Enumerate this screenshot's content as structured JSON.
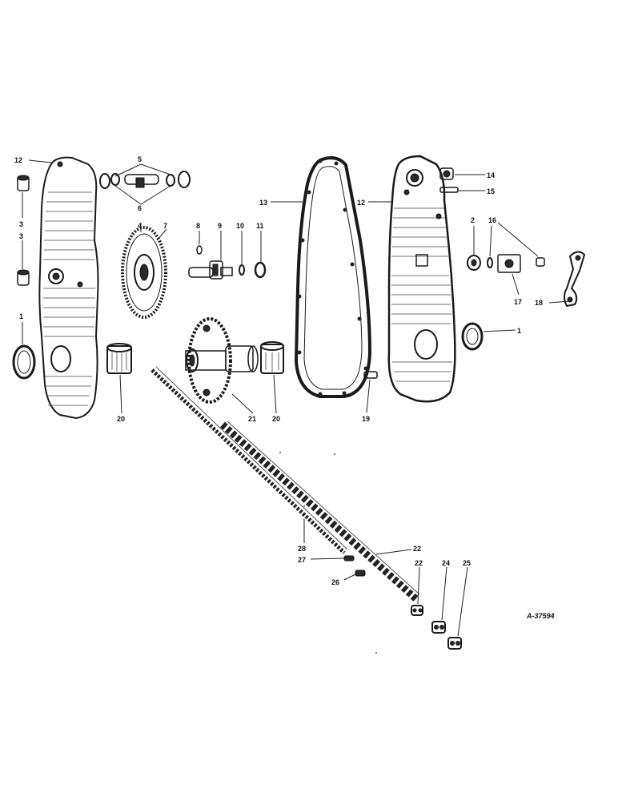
{
  "figure": {
    "reference": "A-37594",
    "callouts": [
      {
        "id": "c12a",
        "text": "12"
      },
      {
        "id": "c3a",
        "text": "3"
      },
      {
        "id": "c3b",
        "text": "3"
      },
      {
        "id": "c1a",
        "text": "1"
      },
      {
        "id": "c5",
        "text": "5"
      },
      {
        "id": "c6",
        "text": "6"
      },
      {
        "id": "c4",
        "text": "4"
      },
      {
        "id": "c7",
        "text": "7"
      },
      {
        "id": "c8",
        "text": "8"
      },
      {
        "id": "c9",
        "text": "9"
      },
      {
        "id": "c10",
        "text": "10"
      },
      {
        "id": "c11",
        "text": "11"
      },
      {
        "id": "c20a",
        "text": "20"
      },
      {
        "id": "c21",
        "text": "21"
      },
      {
        "id": "c20b",
        "text": "20"
      },
      {
        "id": "c13",
        "text": "13"
      },
      {
        "id": "c12b",
        "text": "12"
      },
      {
        "id": "c14",
        "text": "14"
      },
      {
        "id": "c15",
        "text": "15"
      },
      {
        "id": "c2",
        "text": "2"
      },
      {
        "id": "c16",
        "text": "16"
      },
      {
        "id": "c17",
        "text": "17"
      },
      {
        "id": "c18",
        "text": "18"
      },
      {
        "id": "c1b",
        "text": "1"
      },
      {
        "id": "c19",
        "text": "19"
      },
      {
        "id": "c28",
        "text": "28"
      },
      {
        "id": "c27",
        "text": "27"
      },
      {
        "id": "c26",
        "text": "26"
      },
      {
        "id": "c22a",
        "text": "22"
      },
      {
        "id": "c22b",
        "text": "22"
      },
      {
        "id": "c24",
        "text": "24"
      },
      {
        "id": "c25",
        "text": "25"
      }
    ]
  }
}
